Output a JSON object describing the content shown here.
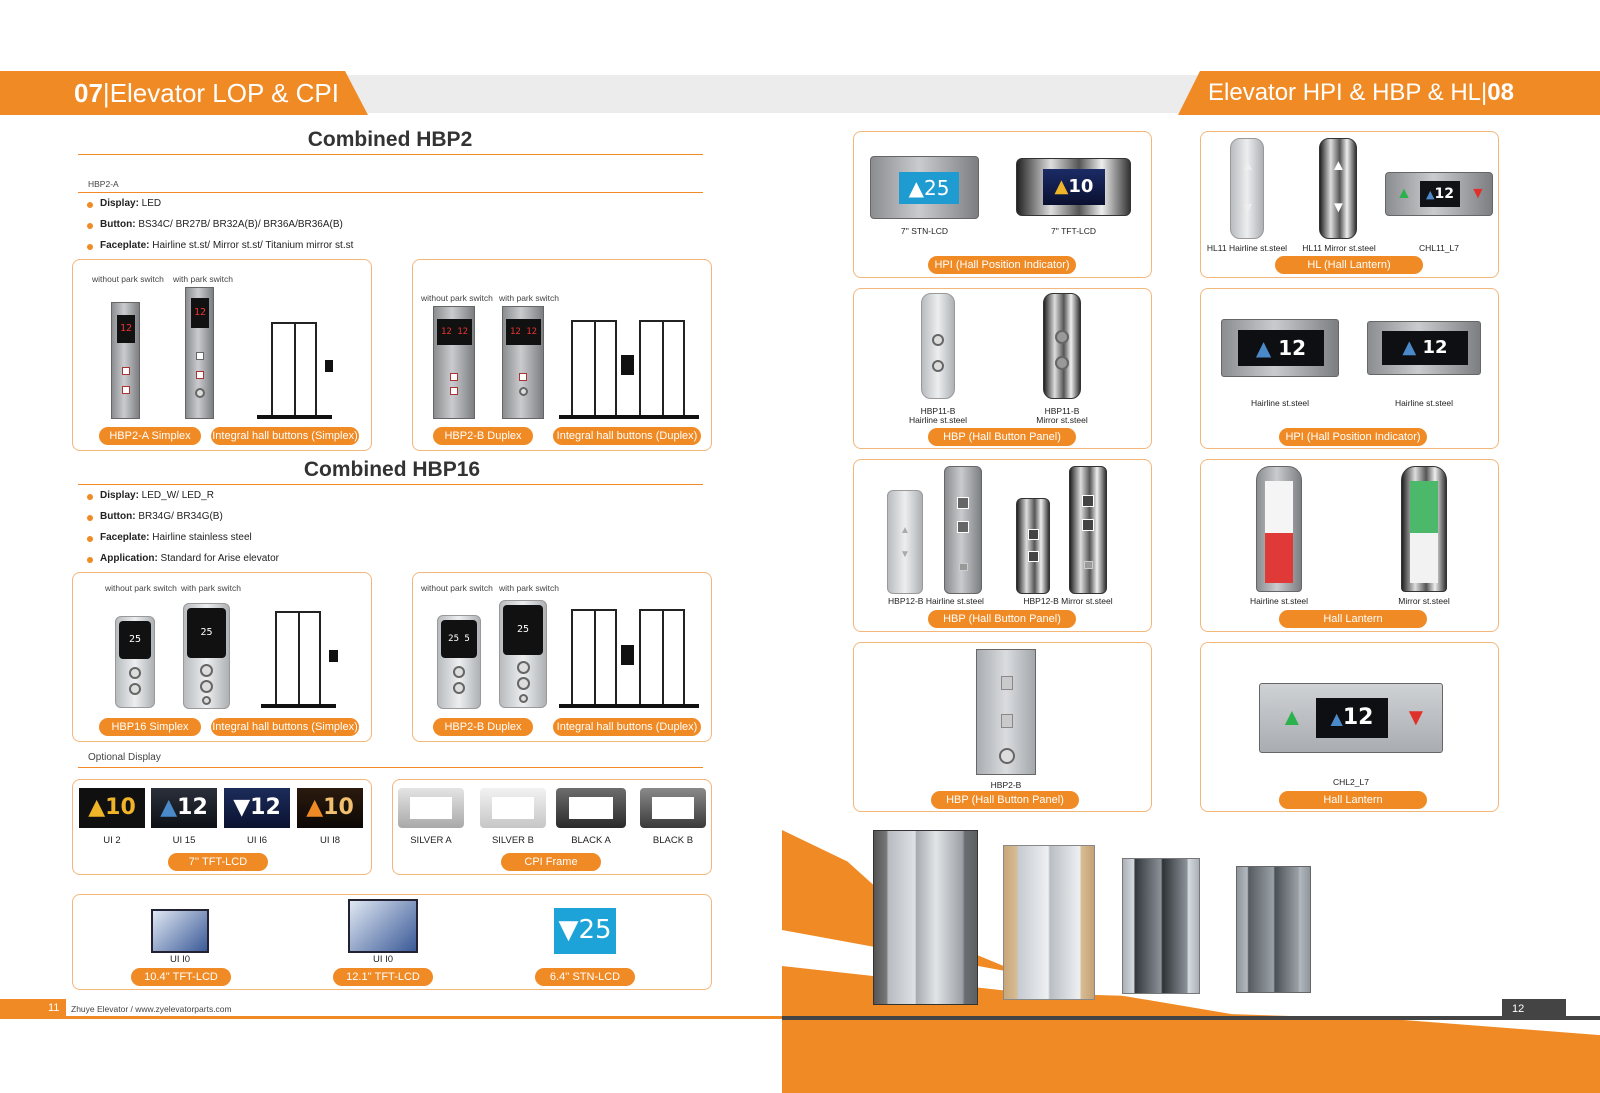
{
  "left_header": {
    "num": "07",
    "sep": "|",
    "title": "Elevator LOP & CPI"
  },
  "right_header": {
    "title": "Elevator HPI & HBP & HL",
    "sep": "|",
    "num": "08"
  },
  "hbp2": {
    "title": "Combined HBP2",
    "sub": "HBP2-A",
    "bullets": [
      {
        "k": "Display:",
        "v": " LED"
      },
      {
        "k": "Button:",
        "v": " BS34C/ BR27B/ BR32A(B)/ BR36A/BR36A(B)"
      },
      {
        "k": "Faceplate:",
        "v": " Hairline st.st/ Mirror st.st/ Titanium mirror st.st"
      }
    ],
    "card1": {
      "without": "without park switch",
      "with": "with park switch",
      "disp": "12",
      "pill1": "HBP2-A Simplex",
      "pill2": "Integral hall buttons (Simplex)"
    },
    "card2": {
      "without": "without park switch",
      "with": "with park switch",
      "disp": "12 12",
      "pill1": "HBP2-B Duplex",
      "pill2": "Integral hall buttons (Duplex)"
    }
  },
  "hbp16": {
    "title": "Combined HBP16",
    "bullets": [
      {
        "k": "Display:",
        "v": " LED_W/ LED_R"
      },
      {
        "k": "Button:",
        "v": " BR34G/ BR34G(B)"
      },
      {
        "k": "Faceplate:",
        "v": " Hairline stainless steel"
      },
      {
        "k": "Application:",
        "v": " Standard for Arise elevator"
      }
    ],
    "card1": {
      "without": "without park switch",
      "with": "with park switch",
      "d1": "25",
      "d2": "25",
      "pill1": "HBP16 Simplex",
      "pill2": "Integral hall buttons (Simplex)"
    },
    "card2": {
      "without": "without park switch",
      "with": "with park switch",
      "d1": "25 5",
      "d2": "25",
      "pill1": "HBP2-B Duplex",
      "pill2": "Integral hall buttons (Duplex)"
    }
  },
  "optional": {
    "label": "Optional Display",
    "tft": {
      "items": [
        {
          "glyph": "▲",
          "num": "10",
          "name": "UI 2"
        },
        {
          "glyph": "▲",
          "num": "12",
          "name": "UI 15"
        },
        {
          "glyph": "▼",
          "num": "12",
          "name": "UI I6"
        },
        {
          "glyph": "▲",
          "num": "10",
          "name": "UI I8"
        }
      ],
      "pill": "7'' TFT-LCD"
    },
    "frames": {
      "items": [
        {
          "name": "SILVER A"
        },
        {
          "name": "SILVER B"
        },
        {
          "name": "BLACK A"
        },
        {
          "name": "BLACK B"
        }
      ],
      "pill": "CPI Frame"
    },
    "big": [
      {
        "name": "UI I0",
        "pill": "10.4'' TFT-LCD"
      },
      {
        "name": "UI I0",
        "pill": "12.1'' TFT-LCD"
      },
      {
        "num": "25",
        "pill": "6.4'' STN-LCD"
      }
    ]
  },
  "right": {
    "hpi1": {
      "a": "25",
      "b": "10",
      "cap_a": "7'' STN-LCD",
      "cap_b": "7'' TFT-LCD",
      "pill": "HPI (Hall Position Indicator)"
    },
    "hl1": {
      "c": "12",
      "cap_a": "HL11 Hairline st.steel",
      "cap_b": "HL11 Mirror st.steel",
      "cap_c": "CHL11_L7",
      "pill": "HL (Hall Lantern)"
    },
    "hbp11": {
      "cap_a1": "HBP11-B",
      "cap_a2": "Hairline st.steel",
      "cap_b1": "HBP11-B",
      "cap_b2": "Mirror st.steel",
      "pill": "HBP (Hall Button Panel)"
    },
    "hpi2": {
      "a": "12",
      "b": "12",
      "cap_a": "Hairline st.steel",
      "cap_b": "Hairline st.steel",
      "pill": "HPI (Hall Position Indicator)"
    },
    "hbp12": {
      "cap_a": "HBP12-B Hairline st.steel",
      "cap_b": "HBP12-B Mirror st.steel",
      "pill": "HBP (Hall Button Panel)"
    },
    "hl2": {
      "cap_a": "Hairline st.steel",
      "cap_b": "Mirror st.steel",
      "pill": "Hall Lantern"
    },
    "hbp2b": {
      "cap": "HBP2-B",
      "pill": "HBP (Hall Button Panel)"
    },
    "chl2": {
      "num": "12",
      "cap": "CHL2_L7",
      "pill": "Hall Lantern"
    }
  },
  "footer": {
    "left_page": "11",
    "left_text": "Zhuye Elevator / www.zyelevatorparts.com",
    "right_text": "Zhuye Elevator / www.zyelevatorparts.com",
    "right_page": "12"
  },
  "colors": {
    "accent": "#f08a24",
    "dark": "#333333"
  }
}
